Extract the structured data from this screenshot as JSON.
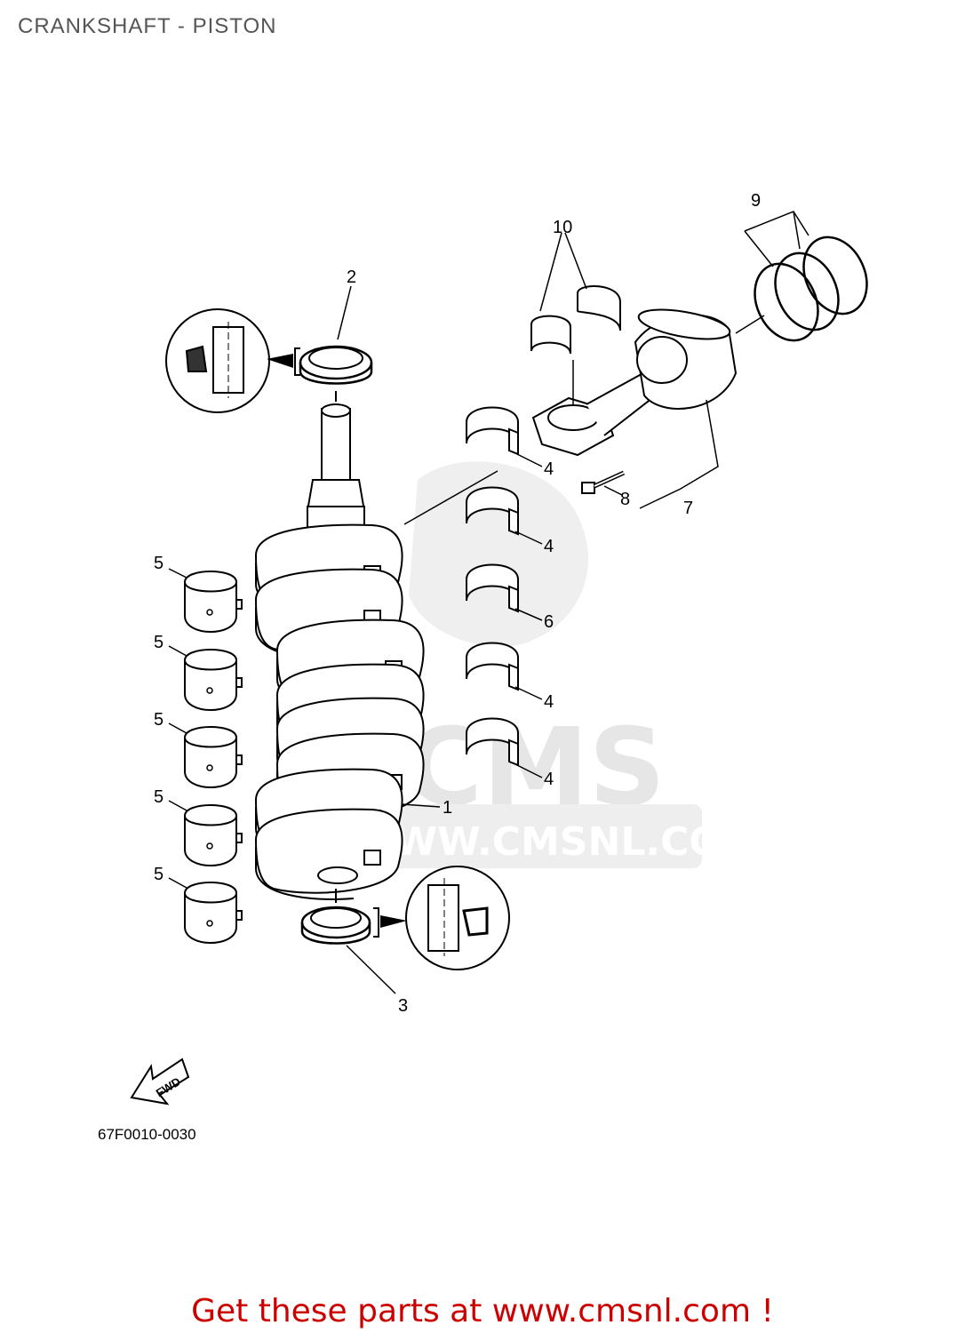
{
  "title": "CRANKSHAFT - PISTON",
  "watermark": {
    "logo_text": "CMS",
    "url_text": "WWW.CMSNL.COM"
  },
  "callouts": {
    "c1": "1",
    "c2": "2",
    "c3": "3",
    "c4a": "4",
    "c4b": "4",
    "c4c": "4",
    "c4d": "4",
    "c5a": "5",
    "c5b": "5",
    "c5c": "5",
    "c5d": "5",
    "c5e": "5",
    "c6": "6",
    "c7": "7",
    "c8": "8",
    "c9": "9",
    "c10": "10"
  },
  "fwd_label": "FWD",
  "diagram_code": "67F0010-0030",
  "footer": "Get these parts at www.cmsnl.com !",
  "colors": {
    "footer_text": "#cc0000",
    "title_text": "#555555",
    "watermark": "#e6e6e6"
  },
  "icons": [
    "fwd-arrow-icon",
    "oil-seal-detail-icon"
  ]
}
